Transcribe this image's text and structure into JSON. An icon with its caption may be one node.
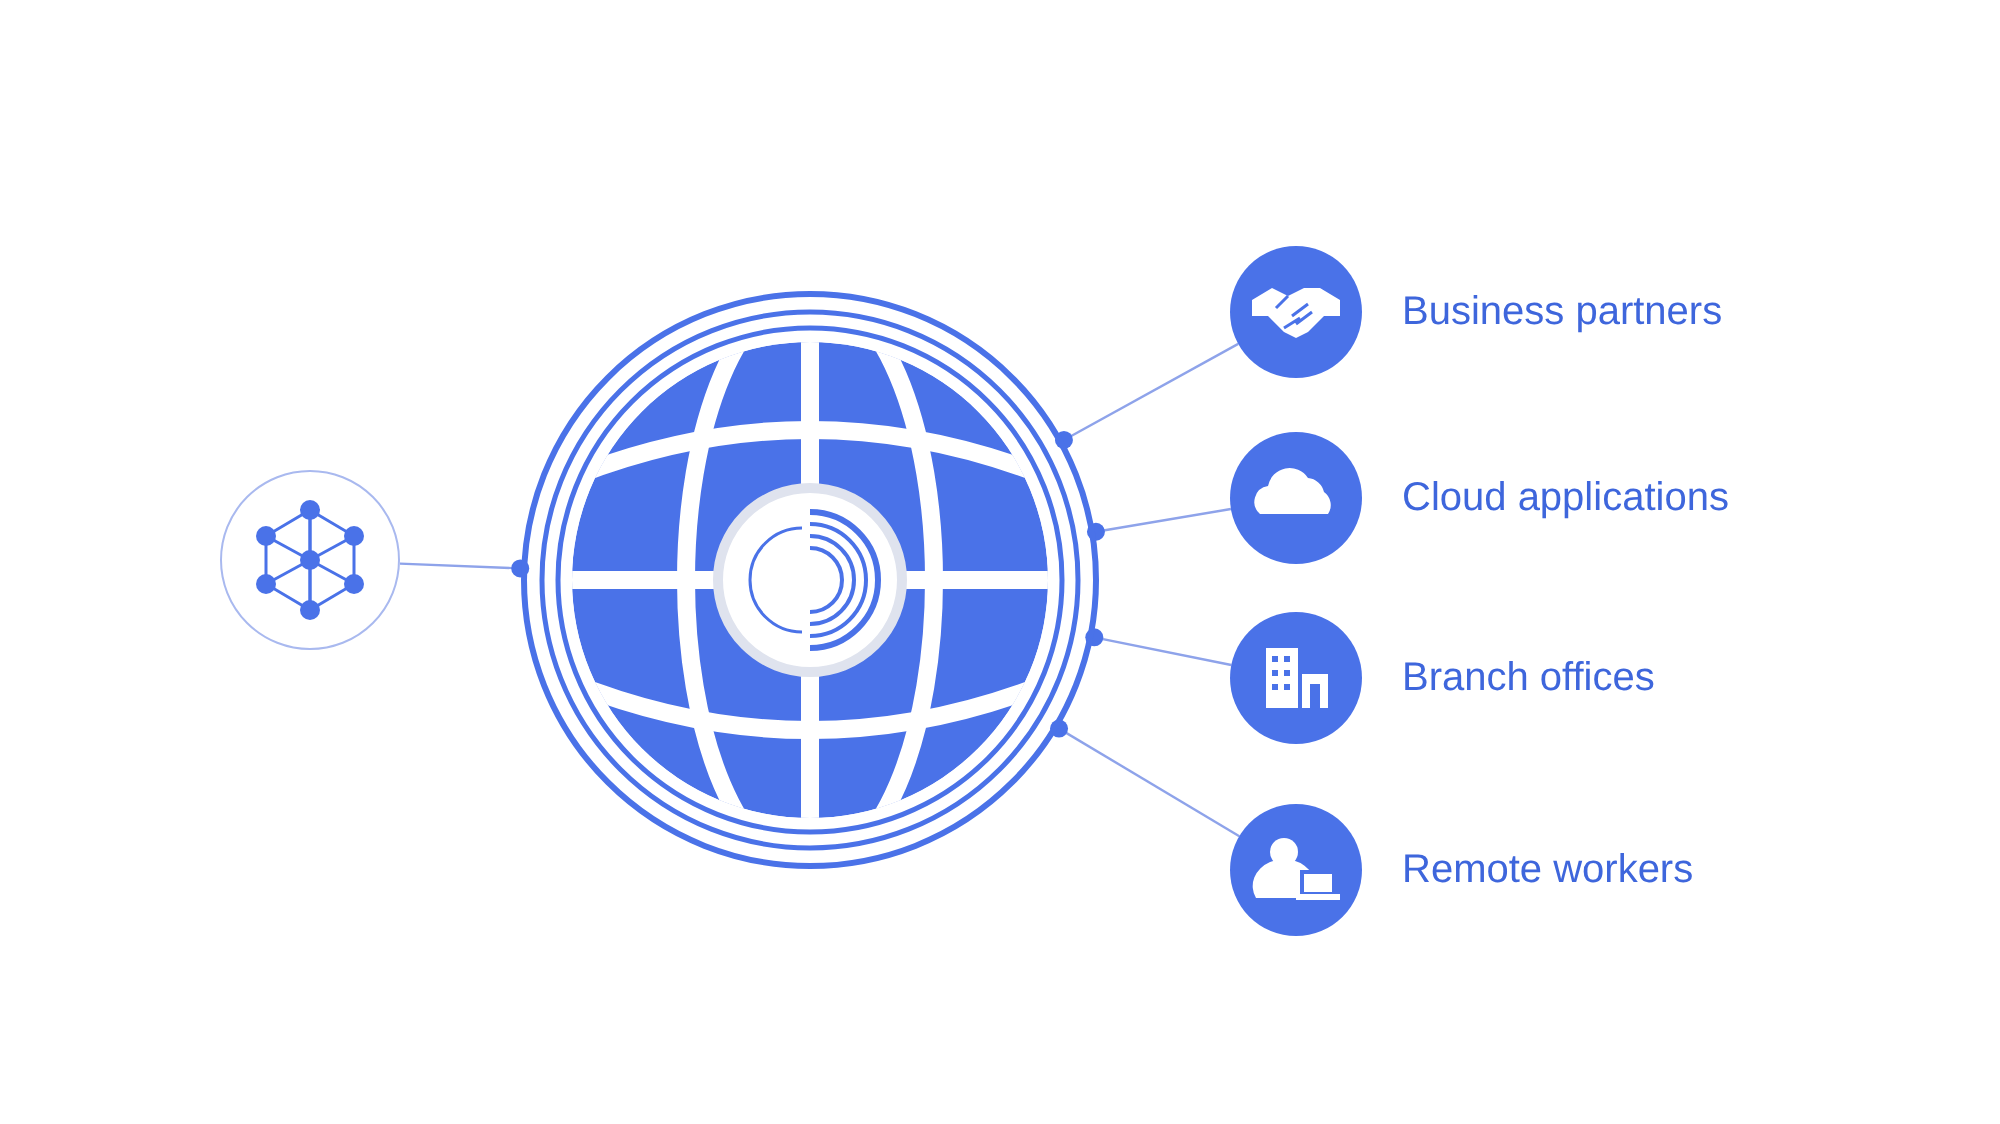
{
  "diagram": {
    "nodes": [
      {
        "text": [],
        "shape": "picture"
      },
      {
        "text": [],
        "shape": "picture"
      },
      {
        "text": [
          "Business partners"
        ]
      },
      {
        "text": [
          "Cloud applications"
        ]
      },
      {
        "text": [
          "Branch offices"
        ]
      },
      {
        "text": [
          "Remote workers"
        ]
      }
    ],
    "edges": [
      {
        "from": 0,
        "to": 1,
        "arrow": "none"
      },
      {
        "from": 1,
        "to": 2,
        "arrow": "none"
      },
      {
        "from": 1,
        "to": 3,
        "arrow": "none"
      },
      {
        "from": 1,
        "to": 4,
        "arrow": "none"
      },
      {
        "from": 1,
        "to": 5,
        "arrow": "none"
      }
    ]
  }
}
